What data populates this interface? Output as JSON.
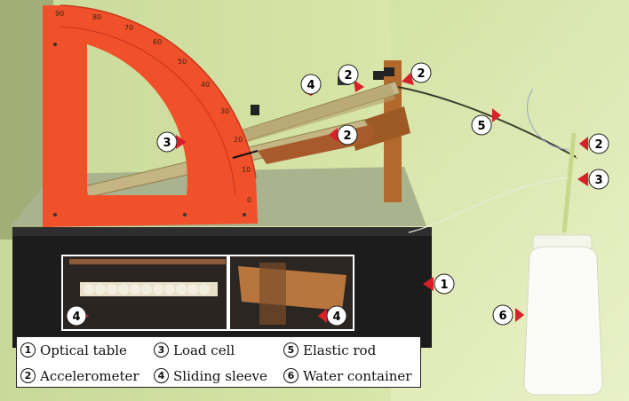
{
  "legend": [
    {
      "num": "1",
      "label": "Optical table"
    },
    {
      "num": "3",
      "label": "Load cell"
    },
    {
      "num": "5",
      "label": "Elastic rod"
    },
    {
      "num": "2",
      "label": "Accelerometer"
    },
    {
      "num": "4",
      "label": "Sliding sleeve"
    },
    {
      "num": "6",
      "label": "Water container"
    }
  ],
  "callouts": {
    "c1": "1",
    "c2a": "2",
    "c2b": "2",
    "c2c": "2",
    "c2d": "2",
    "c3a": "3",
    "c3b": "3",
    "c4a": "4",
    "c4b": "4",
    "c4c": "4",
    "c5": "5",
    "c6": "6"
  },
  "protractor_ticks": {
    "t90": "90",
    "t80": "80",
    "t70": "70",
    "t60": "60",
    "t50": "50",
    "t40": "40",
    "t30": "30",
    "t20": "20",
    "t10": "10",
    "t0": "0"
  },
  "colors": {
    "protractor": "#f0502a",
    "callout_marker": "#d8202a",
    "table": "#1c1c1c",
    "sleeve": "#c9b98a",
    "background_green": "#d8e6a6"
  }
}
